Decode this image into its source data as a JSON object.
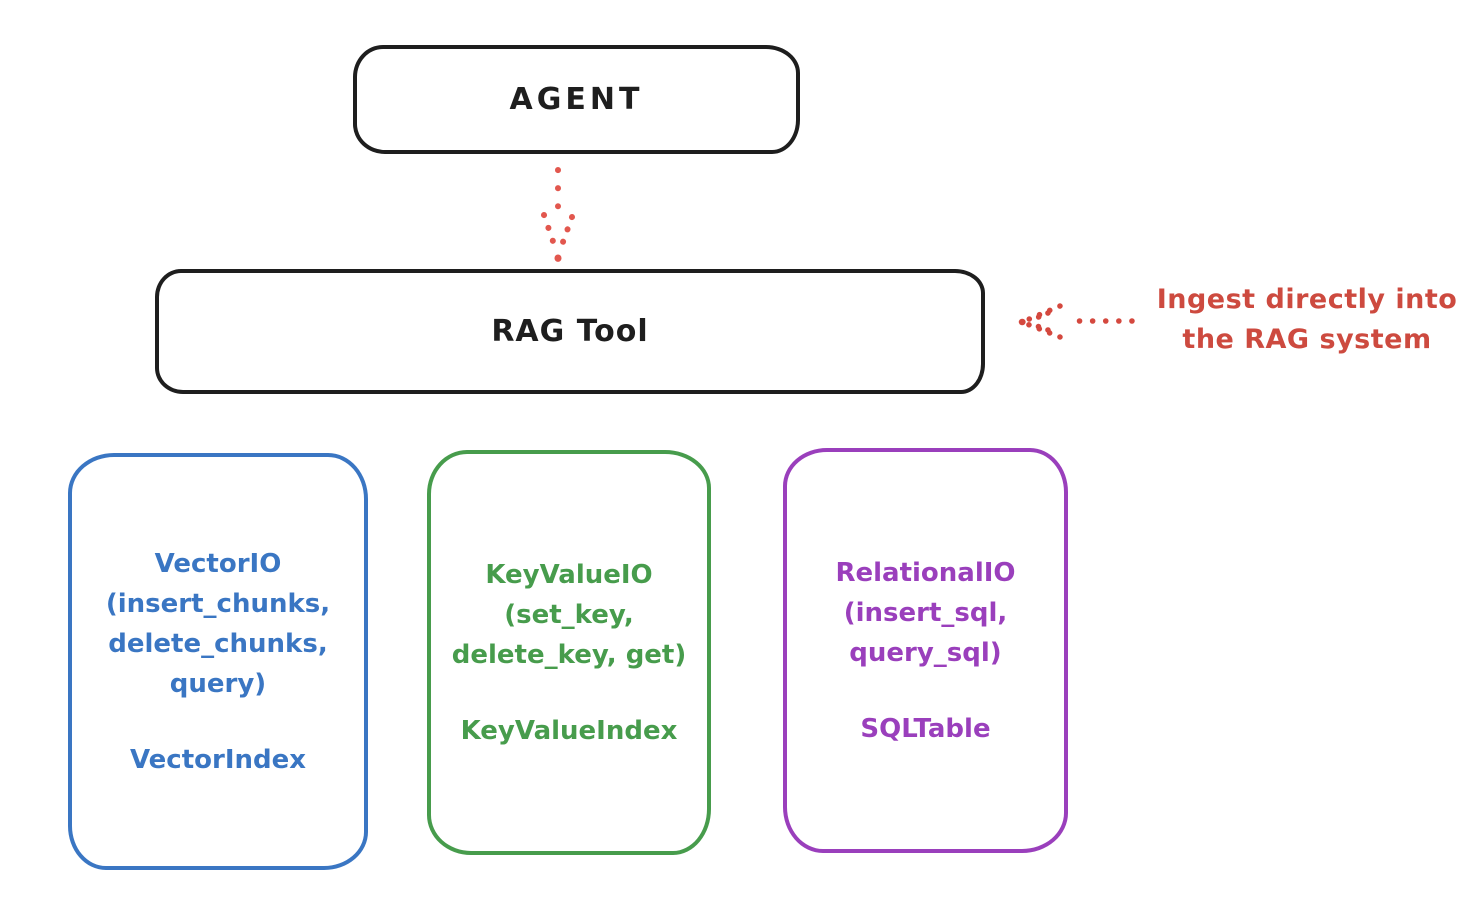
{
  "agent_box": {
    "label": "AGENT",
    "stroke": "#1e1e1e"
  },
  "rag_tool_box": {
    "label": "RAG Tool",
    "stroke": "#1e1e1e"
  },
  "arrows": {
    "agent_to_rag": {
      "style": "dotted",
      "direction": "down",
      "color": "#e2574e"
    },
    "ingest_to_rag": {
      "style": "dotted",
      "direction": "left",
      "color": "#d4483e"
    }
  },
  "ingest_annotation": {
    "line1": "Ingest directly into",
    "line2": "the RAG system",
    "color": "#cd4a3f"
  },
  "storage_boxes": [
    {
      "name": "vector-io",
      "color": "#3a76c3",
      "lines": [
        "VectorIO",
        "(insert_chunks,",
        "delete_chunks,",
        "query)"
      ],
      "index_label": "VectorIndex"
    },
    {
      "name": "key-value-io",
      "color": "#479c4c",
      "lines": [
        "KeyValueIO",
        "(set_key,",
        "delete_key, get)"
      ],
      "index_label": "KeyValueIndex"
    },
    {
      "name": "relational-io",
      "color": "#9a3fbc",
      "lines": [
        "RelationalIO",
        "(insert_sql,",
        "query_sql)"
      ],
      "index_label": "SQLTable"
    }
  ]
}
